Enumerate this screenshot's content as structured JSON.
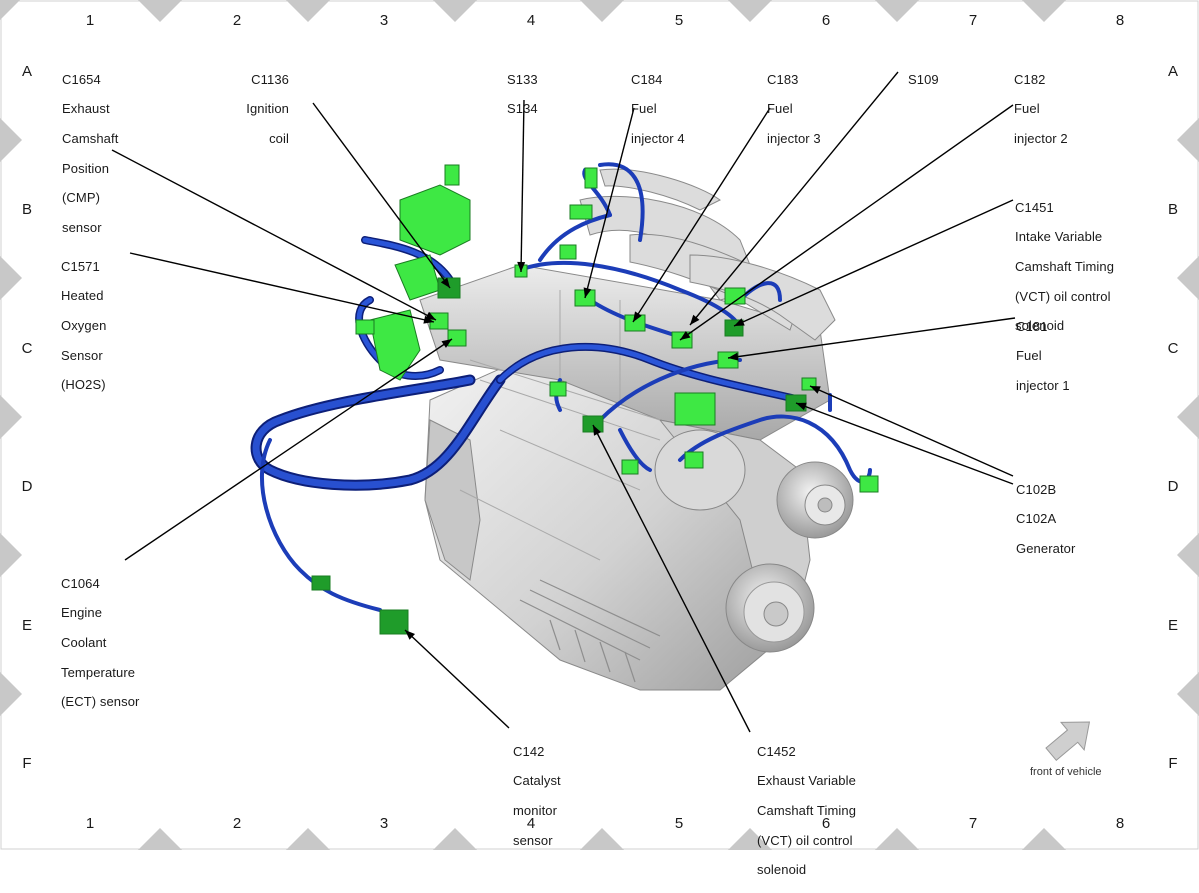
{
  "grid": {
    "columns": [
      "1",
      "2",
      "3",
      "4",
      "5",
      "6",
      "7",
      "8"
    ],
    "rows": [
      "A",
      "B",
      "C",
      "D",
      "E",
      "F"
    ]
  },
  "callouts": {
    "c1654": [
      "C1654",
      "Exhaust",
      "Camshaft",
      "Position",
      "(CMP)",
      "sensor"
    ],
    "c1136": [
      "C1136",
      "Ignition",
      "coil"
    ],
    "s133": [
      "S133",
      "S134"
    ],
    "c184": [
      "C184",
      "Fuel",
      "injector 4"
    ],
    "c183": [
      "C183",
      "Fuel",
      "injector 3"
    ],
    "s109": [
      "S109"
    ],
    "c182": [
      "C182",
      "Fuel",
      "injector 2"
    ],
    "c1451": [
      "C1451",
      "Intake Variable",
      "Camshaft Timing",
      "(VCT) oil control",
      "solenoid"
    ],
    "c1571": [
      "C1571",
      "Heated",
      "Oxygen",
      "Sensor",
      "(HO2S)"
    ],
    "c181": [
      "C181",
      "Fuel",
      "injector 1"
    ],
    "c102": [
      "C102B",
      "C102A",
      "Generator"
    ],
    "c1064": [
      "C1064",
      "Engine",
      "Coolant",
      "Temperature",
      "(ECT) sensor"
    ],
    "c142": [
      "C142",
      "Catalyst",
      "monitor",
      "sensor"
    ],
    "c1452": [
      "C1452",
      "Exhaust Variable",
      "Camshaft Timing",
      "(VCT) oil control",
      "solenoid"
    ]
  },
  "front_of_vehicle": "front of vehicle",
  "colors": {
    "harness": "#1f3fb3",
    "harness_dark": "#0d1f78",
    "connector": "#36e03a",
    "connector_dark": "#1a8c24",
    "engine": "#d4d4d4",
    "engine_shadow": "#9a9a9a",
    "frame_triangle": "#c8c8c8"
  }
}
